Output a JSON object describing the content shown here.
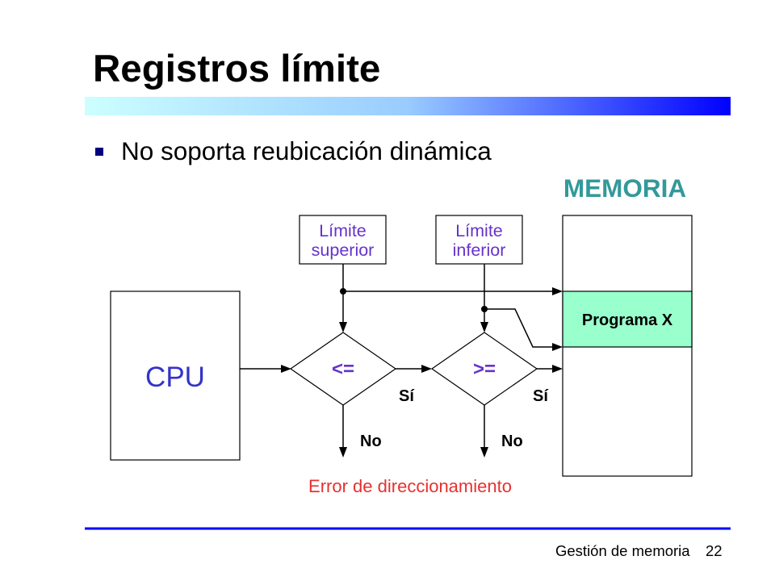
{
  "slide": {
    "title": "Registros límite",
    "bullets": [
      {
        "text": "No soporta reubicación dinámica"
      }
    ],
    "footer": {
      "section": "Gestión de memoria",
      "page_number": "22"
    }
  },
  "diagram": {
    "memory": {
      "label": "MEMORIA",
      "program_block": "Programa X"
    },
    "cpu": {
      "label": "CPU"
    },
    "upper_limit_register": {
      "lines": [
        "Límite",
        "superior"
      ]
    },
    "lower_limit_register": {
      "lines": [
        "Límite",
        "inferior"
      ]
    },
    "upper_comparison": {
      "operator": "<=",
      "yes": "Sí",
      "no": "No"
    },
    "lower_comparison": {
      "operator": ">=",
      "yes": "Sí",
      "no": "No"
    },
    "error_output": "Error de direccionamiento"
  },
  "colors": {
    "title_bar_start": "#ccffff",
    "title_bar_mid": "#99ccff",
    "title_bar_end": "#0000ff",
    "bullet": "#000080",
    "footer_rule": "#0000ff",
    "memory_label": "#339999",
    "register_text": "#6633cc",
    "cpu_text": "#3333cc",
    "program_fill": "#99ffcc",
    "error_text": "#e83030",
    "line": "#000000"
  }
}
